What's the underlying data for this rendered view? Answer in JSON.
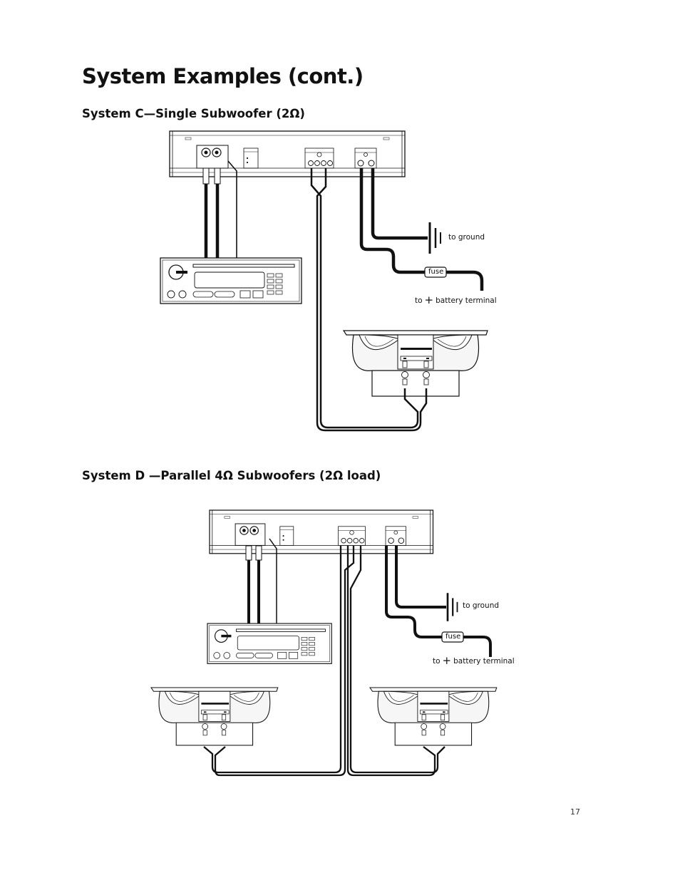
{
  "page": {
    "title": "System Examples (cont.)",
    "page_number": "17"
  },
  "system_c": {
    "title": "System C—Single Subwoofer (2Ω)",
    "to_ground": "to ground",
    "fuse": "fuse",
    "to_word": "to",
    "plus_symbol": "+",
    "battery_terminal": "battery terminal"
  },
  "system_d": {
    "title": "System D —Parallel 4Ω Subwoofers (2Ω load)",
    "to_ground": "to ground",
    "fuse": "fuse",
    "to_word": "to",
    "plus_symbol": "+",
    "battery_terminal": "battery terminal"
  },
  "colors": {
    "line": "#111111",
    "background": "#ffffff",
    "speaker_fill": "#f6f6f6"
  },
  "icons": [
    "amplifier-icon",
    "head-unit-icon",
    "subwoofer-icon",
    "ground-symbol-icon",
    "fuse-icon"
  ]
}
